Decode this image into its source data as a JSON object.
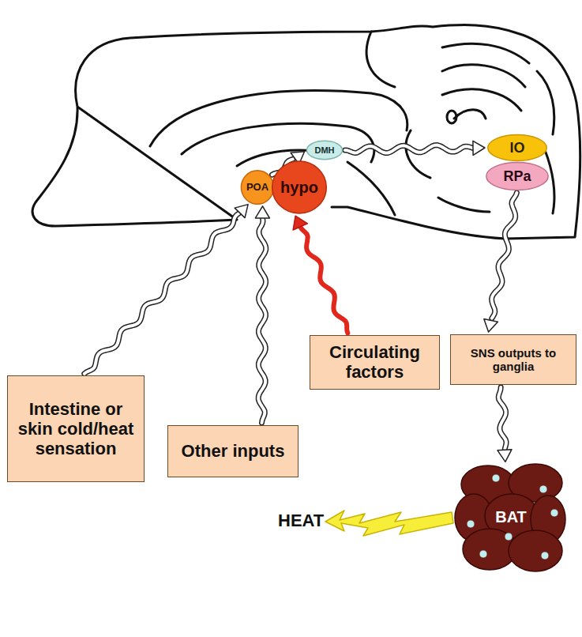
{
  "diagram": {
    "nodes": [
      {
        "text": [
          "POA"
        ]
      },
      {
        "text": [
          "DMH"
        ]
      },
      {
        "text": [
          "hypo"
        ]
      },
      {
        "text": [
          "IO"
        ]
      },
      {
        "text": [
          "RPa"
        ]
      },
      {
        "text": [
          "Intestine or skin cold/heat sensation"
        ]
      },
      {
        "text": [
          "Other inputs"
        ]
      },
      {
        "text": [
          "Circulating factors"
        ]
      },
      {
        "text": [
          "SNS outputs to ganglia"
        ]
      },
      {
        "text": [
          "BAT"
        ]
      }
    ],
    "edges": [
      {
        "from": 5,
        "to": 0,
        "arrow": "to"
      },
      {
        "from": 6,
        "to": 0,
        "arrow": "to"
      },
      {
        "from": 7,
        "to": 2,
        "arrow": "to"
      },
      {
        "from": 0,
        "to": 1,
        "arrow": "to"
      },
      {
        "from": 1,
        "to": 3,
        "arrow": "to"
      },
      {
        "from": 4,
        "to": 8,
        "arrow": "to"
      },
      {
        "from": 8,
        "to": 9,
        "arrow": "to"
      }
    ],
    "labels": [
      "HEAT"
    ]
  }
}
